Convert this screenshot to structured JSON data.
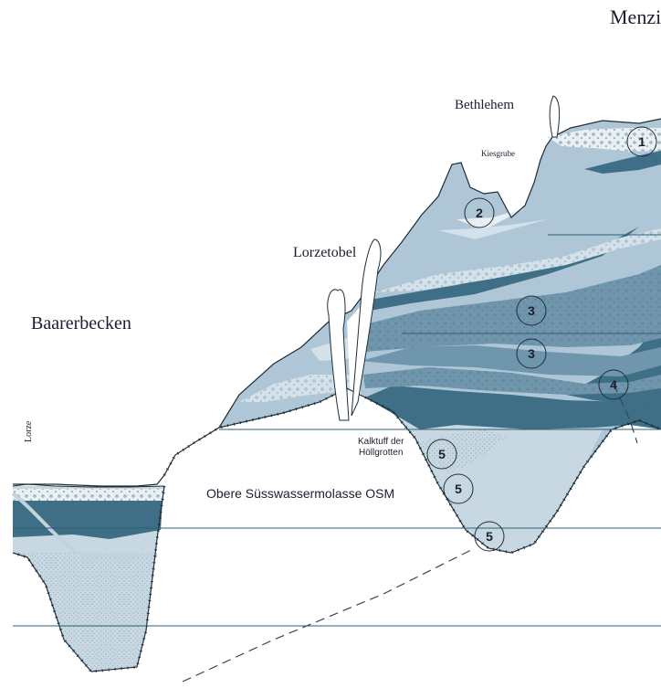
{
  "labels": {
    "menzingen": "Menzi",
    "bethlehem": "Bethlehem",
    "kiesgrube": "Kiesgrube",
    "lorzetobel": "Lorzetobel",
    "baarerbecken": "Baarerbecken",
    "lorze": "Lorze",
    "kalktuff_line1": "Kalktuff der",
    "kalktuff_line2": "Höllgrotten",
    "osm": "Obere Süsswassermolasse OSM"
  },
  "markers": [
    "1",
    "2",
    "3",
    "3",
    "4",
    "5",
    "5",
    "5"
  ],
  "colors": {
    "dark_blue": "#3f6f86",
    "mid_blue": "#6f96ad",
    "light_blue": "#aec6d6",
    "pale_blue": "#d2e1ea",
    "gravel": "#e9f0f3",
    "line": "#1f2d3a"
  }
}
